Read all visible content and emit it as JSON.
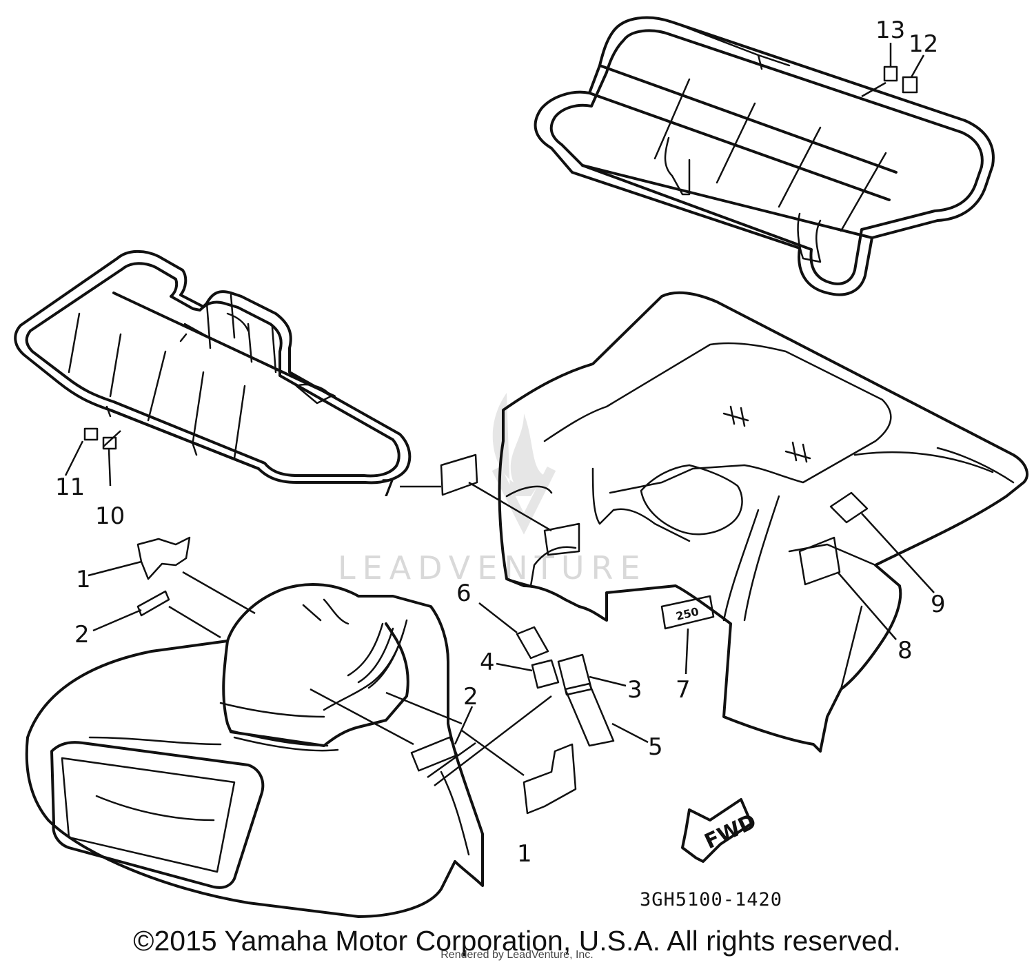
{
  "callouts": {
    "c1a": "1",
    "c1b": "1",
    "c2a": "2",
    "c2b": "2",
    "c3": "3",
    "c4": "4",
    "c5": "5",
    "c6": "6",
    "c7a": "7",
    "c7b": "7",
    "c8": "8",
    "c9": "9",
    "c10": "10",
    "c11": "11",
    "c12": "12",
    "c13": "13"
  },
  "labels": {
    "fwd": "FWD",
    "emblem_250": "250",
    "diagram_code": "3GH5100-1420"
  },
  "watermark": "LEADVENTURE",
  "footer": {
    "copyright": "©2015 Yamaha Motor Corporation, U.S.A. All rights reserved.",
    "rendered_by": "Rendered by LeadVenture, Inc."
  }
}
